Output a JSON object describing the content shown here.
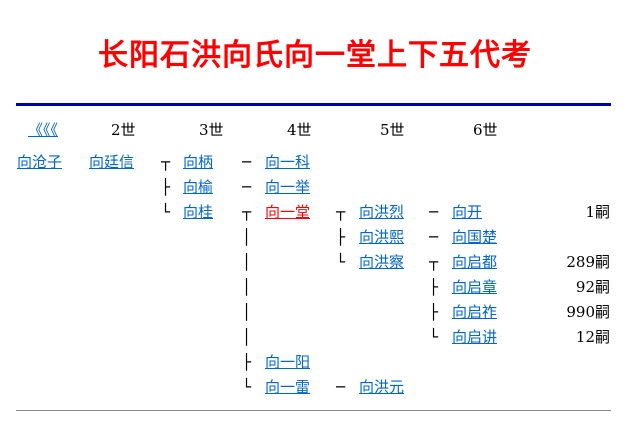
{
  "title": "长阳石洪向氏向一堂上下五代考",
  "back_label": "《《《",
  "generations": [
    "2世",
    "3世",
    "4世",
    "5世",
    "6世"
  ],
  "colors": {
    "title": "#ff0000",
    "link": "#0066cc",
    "current": "#ff0000",
    "rule": "#0000aa"
  },
  "rows": [
    {
      "cells": [
        {
          "name": "向沧子"
        },
        {
          "name": "向廷信"
        },
        {
          "conn": "┬",
          "name": "向柄"
        },
        {
          "conn": "─",
          "name": "向一科"
        },
        null,
        null
      ]
    },
    {
      "cells": [
        null,
        null,
        {
          "conn": "├",
          "name": "向榆"
        },
        {
          "conn": "─",
          "name": "向一举"
        },
        null,
        null
      ]
    },
    {
      "cells": [
        null,
        null,
        {
          "conn": "└",
          "name": "向桂"
        },
        {
          "conn": "┬",
          "name": "向一堂",
          "current": true
        },
        {
          "conn": "┬",
          "name": "向洪烈"
        },
        {
          "conn": "─",
          "name": "向开"
        }
      ],
      "count": "1嗣"
    },
    {
      "cells": [
        null,
        null,
        null,
        {
          "conn": "│"
        },
        {
          "conn": "├",
          "name": "向洪熙"
        },
        {
          "conn": "─",
          "name": "向国楚"
        }
      ]
    },
    {
      "cells": [
        null,
        null,
        null,
        {
          "conn": "│"
        },
        {
          "conn": "└",
          "name": "向洪察"
        },
        {
          "conn": "┬",
          "name": "向启都"
        }
      ],
      "count": "289嗣"
    },
    {
      "cells": [
        null,
        null,
        null,
        {
          "conn": "│"
        },
        null,
        {
          "conn": "├",
          "name": "向启章"
        }
      ],
      "count": "92嗣"
    },
    {
      "cells": [
        null,
        null,
        null,
        {
          "conn": "│"
        },
        null,
        {
          "conn": "├",
          "name": "向启祚"
        }
      ],
      "count": "990嗣"
    },
    {
      "cells": [
        null,
        null,
        null,
        {
          "conn": "│"
        },
        null,
        {
          "conn": "└",
          "name": "向启讲"
        }
      ],
      "count": "12嗣"
    },
    {
      "cells": [
        null,
        null,
        null,
        {
          "conn": "├",
          "name": "向一阳"
        },
        null,
        null
      ]
    },
    {
      "cells": [
        null,
        null,
        null,
        {
          "conn": "└",
          "name": "向一雷"
        },
        {
          "conn": "─",
          "name": "向洪元"
        },
        null
      ]
    }
  ]
}
